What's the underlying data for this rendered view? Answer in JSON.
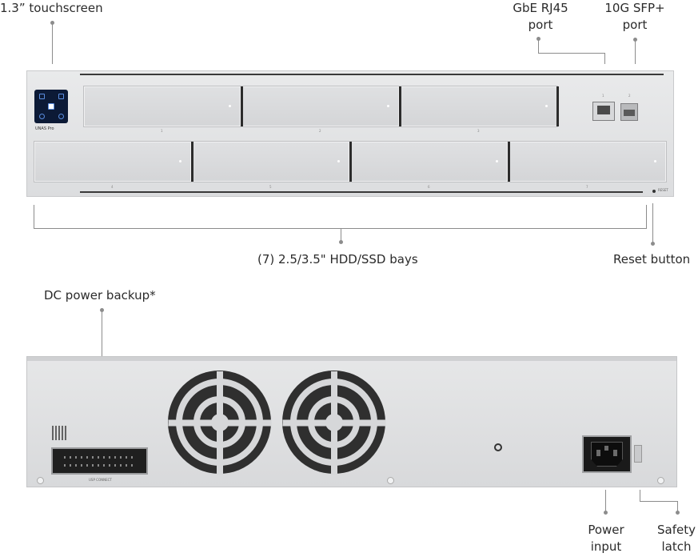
{
  "labels": {
    "touchscreen": "1.3” touchscreen",
    "gbe_line1": "GbE RJ45",
    "gbe_line2": "port",
    "sfp_line1": "10G SFP+",
    "sfp_line2": "port",
    "bays": "(7) 2.5/3.5\" HDD/SSD bays",
    "reset": "Reset button",
    "dc_power": "DC power backup*",
    "power_line1": "Power",
    "power_line2": "input",
    "latch_line1": "Safety",
    "latch_line2": "latch"
  },
  "device": {
    "model_label": "UNAS Pro",
    "reset_label": "RESET",
    "dc_connector_label": "USP CONNECT",
    "bay_numbers": [
      "1",
      "2",
      "3",
      "4",
      "5",
      "6",
      "7"
    ],
    "port_numbers": [
      "1",
      "2"
    ]
  },
  "colors": {
    "chassis": "#e2e3e5",
    "trim": "#2c2c2c",
    "screen": "#0c1a36",
    "leader_line": "#8c8c8c"
  }
}
